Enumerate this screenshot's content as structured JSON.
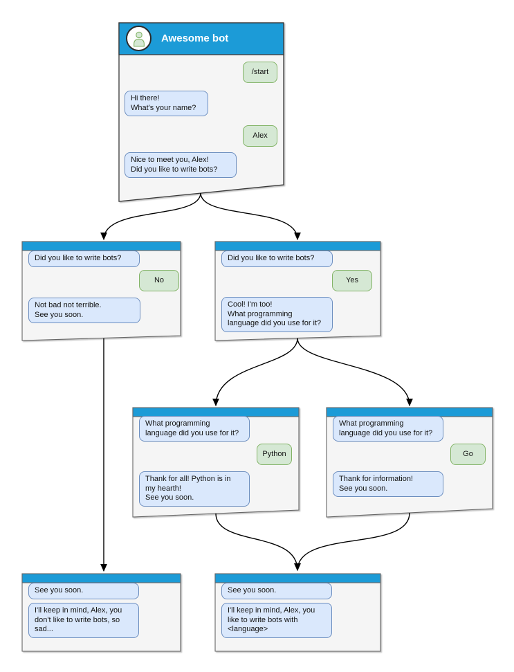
{
  "colors": {
    "titlebar_blue": "#1e9bd7",
    "window_fill": "#f5f5f5",
    "window_border": "#666666",
    "bot_bubble_fill": "#dae8fc",
    "bot_bubble_border": "#6c8ebf",
    "user_bubble_fill": "#d5e8d4",
    "user_bubble_border": "#82b366",
    "arrow": "#000000"
  },
  "diagram": {
    "windows": [
      {
        "id": "root",
        "title": "Awesome bot",
        "messages": [
          {
            "from": "user",
            "text": "/start"
          },
          {
            "from": "bot",
            "text": "Hi there!\nWhat's your name?"
          },
          {
            "from": "user",
            "text": "Alex"
          },
          {
            "from": "bot",
            "text": "Nice to meet you, Alex!\nDid you like to write bots?"
          }
        ]
      },
      {
        "id": "branch-no",
        "messages": [
          {
            "from": "bot",
            "text": "Did you like to write bots?"
          },
          {
            "from": "user",
            "text": "No"
          },
          {
            "from": "bot",
            "text": "Not bad not terrible.\nSee you soon."
          }
        ]
      },
      {
        "id": "branch-yes",
        "messages": [
          {
            "from": "bot",
            "text": "Did you like to write bots?"
          },
          {
            "from": "user",
            "text": "Yes"
          },
          {
            "from": "bot",
            "text": "Cool! I'm too!\nWhat programming\nlanguage did you use for it?"
          }
        ]
      },
      {
        "id": "branch-python",
        "messages": [
          {
            "from": "bot",
            "text": "What programming\nlanguage did you use for it?"
          },
          {
            "from": "user",
            "text": "Python"
          },
          {
            "from": "bot",
            "text": "Thank for all! Python is in\nmy hearth!\nSee you soon."
          }
        ]
      },
      {
        "id": "branch-go",
        "messages": [
          {
            "from": "bot",
            "text": "What programming\nlanguage did you use for it?"
          },
          {
            "from": "user",
            "text": "Go"
          },
          {
            "from": "bot",
            "text": "Thank for information!\nSee you soon."
          }
        ]
      },
      {
        "id": "end-no",
        "messages": [
          {
            "from": "bot",
            "text": "See you soon."
          },
          {
            "from": "bot",
            "text": "I'll keep in mind, Alex, you\ndon't like to write bots, so\nsad..."
          }
        ]
      },
      {
        "id": "end-yes",
        "messages": [
          {
            "from": "bot",
            "text": "See you soon."
          },
          {
            "from": "bot",
            "text": "I'll keep in mind, Alex, you\nlike to write bots with\n<language>"
          }
        ]
      }
    ],
    "edges": [
      {
        "from": "root",
        "to": "branch-no"
      },
      {
        "from": "root",
        "to": "branch-yes"
      },
      {
        "from": "branch-yes",
        "to": "branch-python"
      },
      {
        "from": "branch-yes",
        "to": "branch-go"
      },
      {
        "from": "branch-no",
        "to": "end-no"
      },
      {
        "from": "branch-python",
        "to": "end-yes"
      },
      {
        "from": "branch-go",
        "to": "end-yes"
      }
    ]
  }
}
